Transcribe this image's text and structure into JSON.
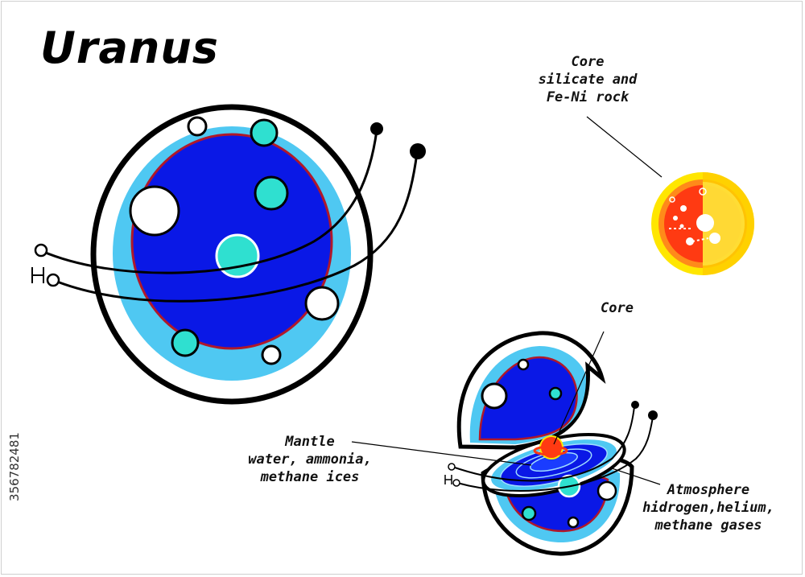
{
  "title": "Uranus",
  "labels": {
    "core_top": [
      "Core",
      "silicate and",
      "Fe-Ni rock"
    ],
    "core_small": "Core",
    "mantle": [
      "Mantle",
      "water, ammonia,",
      "methane ices"
    ],
    "atmosphere": [
      "Atmosphere",
      "hidrogen,helium,",
      "methane gases"
    ]
  },
  "stock_id": "356782481",
  "colors": {
    "mantle_blue": "#0a18e6",
    "atmosphere_light": "#4fc8f2",
    "boundary_red": "#b0182a",
    "cyan_spot": "#2fe0d0",
    "core_red": "#ff3a12",
    "core_orange": "#ff8a1a",
    "core_yellow": "#ffe600"
  },
  "icons": [
    "uranus-symbol-icon",
    "core-sphere-icon"
  ]
}
